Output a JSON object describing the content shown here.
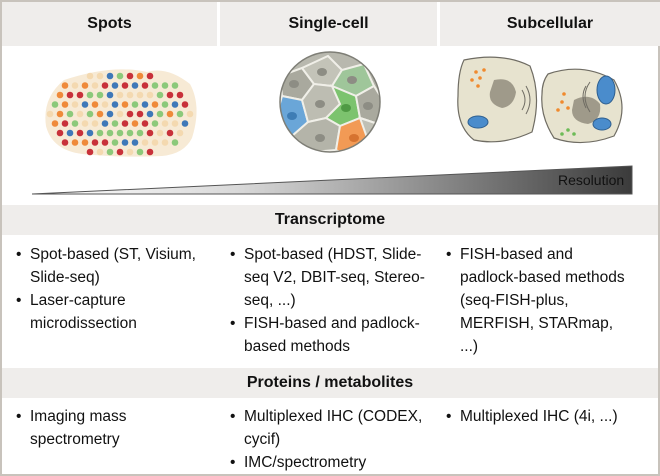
{
  "headers": [
    "Spots",
    "Single-cell",
    "Subcellular"
  ],
  "resolution_label": "Resolution",
  "sections": [
    {
      "title": "Transcriptome",
      "columns": [
        [
          "Spot-based (ST, Visium, Slide-seq)",
          "Laser-capture microdissection"
        ],
        [
          "Spot-based (HDST, Slide-seq V2, DBIT-seq, Stereo-seq, ...)",
          "FISH-based and padlock-based methods"
        ],
        [
          "FISH-based and padlock-based methods (seq-FISH-plus, MERFISH, STARmap, ...)"
        ]
      ]
    },
    {
      "title": "Proteins / metabolites",
      "columns": [
        [
          "Imaging mass spectrometry"
        ],
        [
          "Multiplexed IHC (CODEX, cycif)",
          "IMC/spectrometry"
        ],
        [
          "Multiplexed IHC (4i, ...)"
        ]
      ]
    }
  ],
  "colors": {
    "header_bg": "#efedeb",
    "border": "#c8c3bc",
    "spot_red": "#c8313a",
    "spot_green": "#8cc97a",
    "spot_blue": "#3f78b8",
    "spot_orange": "#ef8a3a",
    "spot_pale": "#f4d9b0",
    "cell_gray": "#b8b8ae",
    "cell_green": "#7cc36e",
    "cell_blue": "#5aa1d6",
    "cell_orange": "#f29a55",
    "wedge_gradient": [
      "#ffffff",
      "#3b3b3b"
    ]
  },
  "icons": [
    "tissue-spot-grid-icon",
    "single-cell-tissue-icon",
    "subcellular-cells-icon"
  ]
}
